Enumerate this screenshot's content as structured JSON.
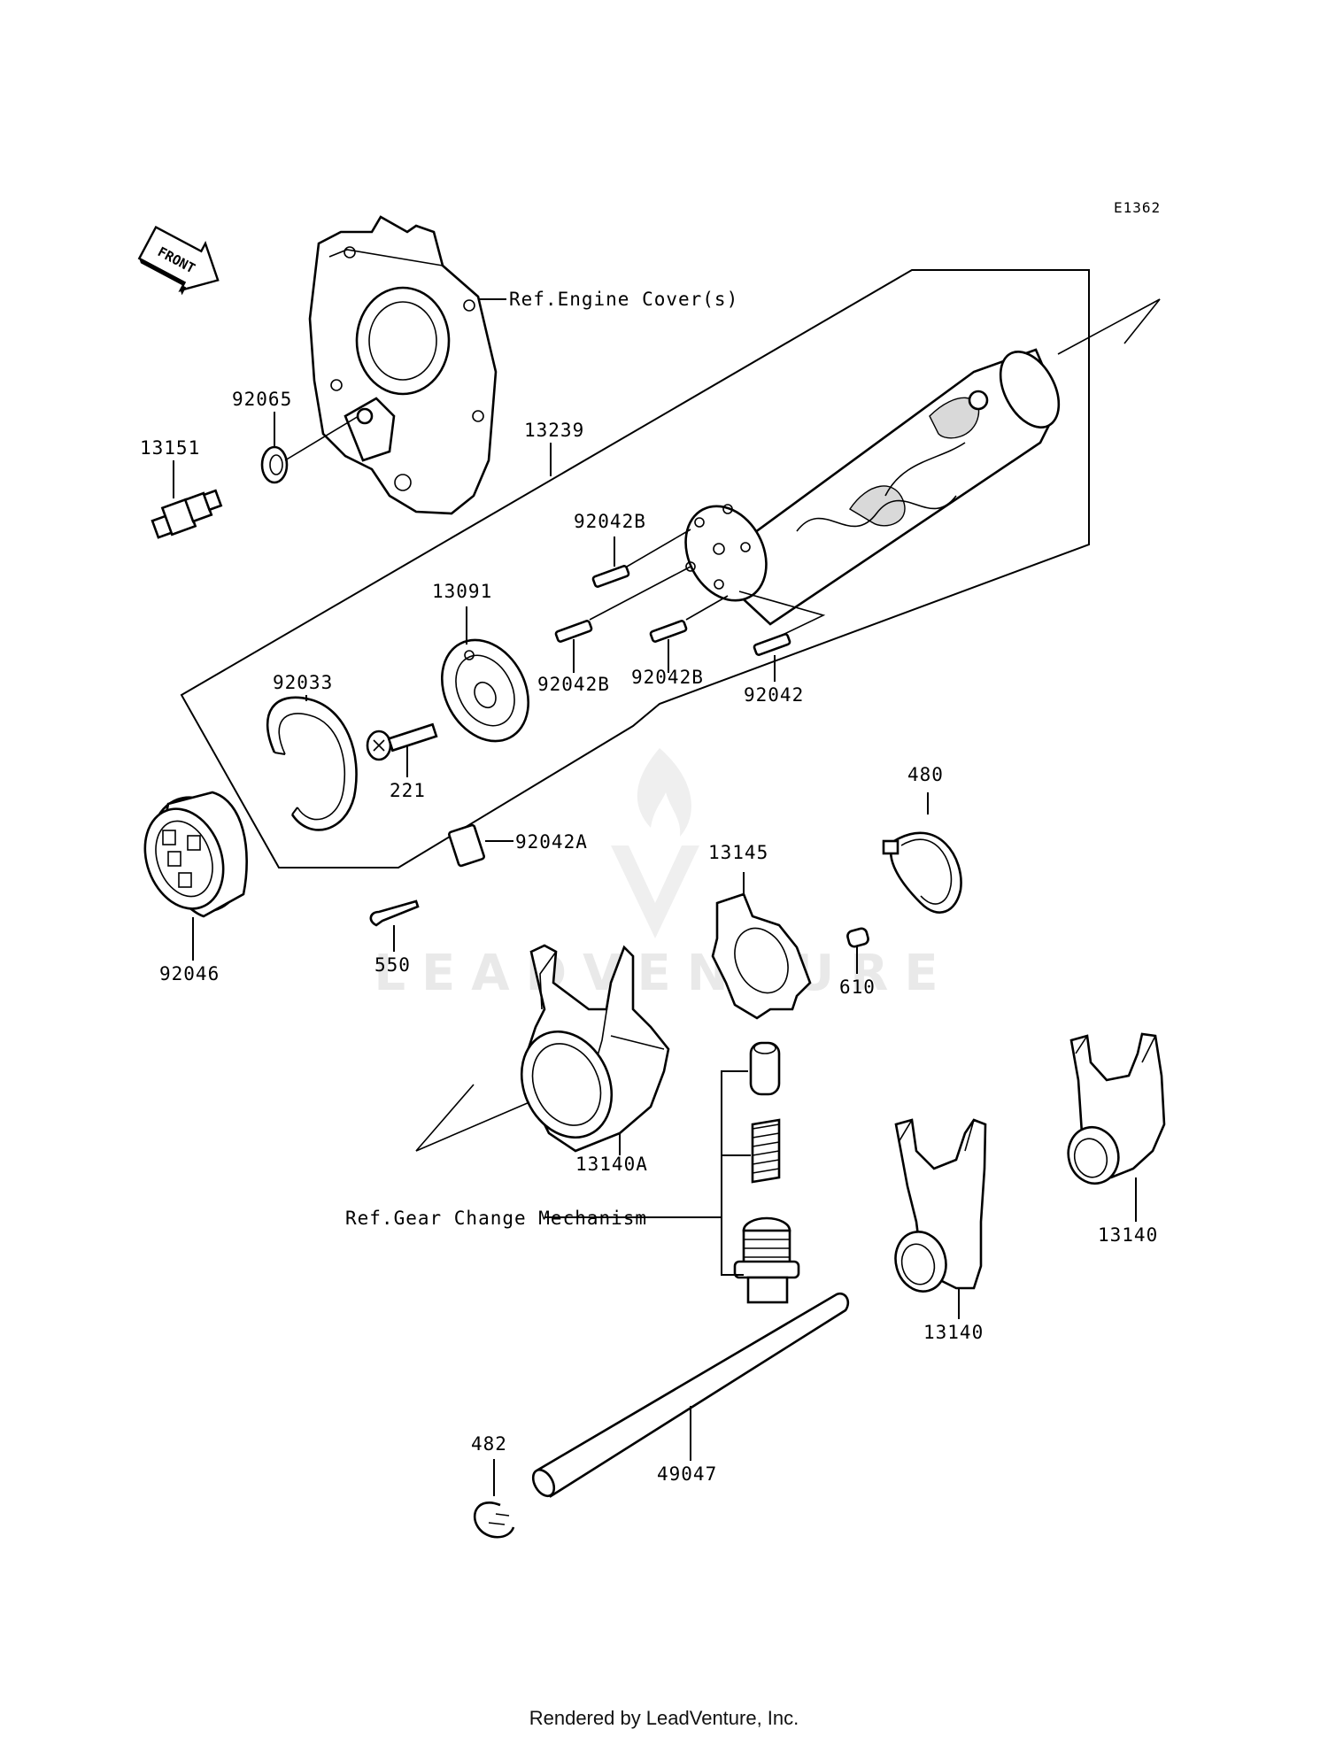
{
  "diagram_code": "E1362",
  "front_label": "FRONT",
  "watermark": "LEADVENTURE",
  "footer": "Rendered by LeadVenture, Inc.",
  "labels": {
    "ref_engine_cover": "Ref.Engine Cover(s)",
    "p92065": "92065",
    "p13151": "13151",
    "p13239": "13239",
    "p92042b_top": "92042B",
    "p13091": "13091",
    "p92033": "92033",
    "p92042b_left": "92042B",
    "p92042b_mid": "92042B",
    "p92042": "92042",
    "p221": "221",
    "p480": "480",
    "p13145": "13145",
    "p92042a": "92042A",
    "p92046": "92046",
    "p550": "550",
    "p610": "610",
    "p13140a": "13140A",
    "ref_gear_change": "Ref.Gear Change Mechanism",
    "p13140_right": "13140",
    "p13140_mid": "13140",
    "p482": "482",
    "p49047": "49047"
  }
}
